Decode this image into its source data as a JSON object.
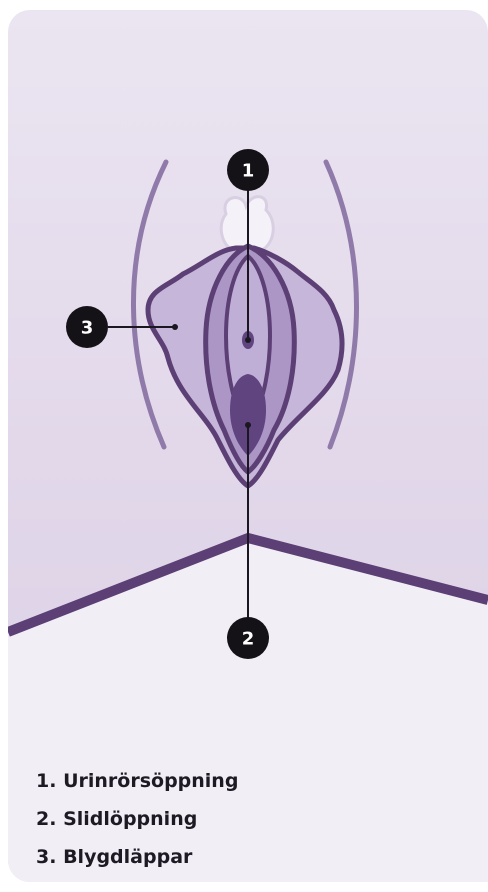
{
  "diagram": {
    "markers": [
      {
        "number": "1",
        "target": "urethral-opening"
      },
      {
        "number": "2",
        "target": "vaginal-opening"
      },
      {
        "number": "3",
        "target": "labia"
      }
    ],
    "legend": [
      {
        "number": "1.",
        "label": "Urinrörsöppning"
      },
      {
        "number": "2.",
        "label": "Slidlöppning"
      },
      {
        "number": "3.",
        "label": "Blygdläppar"
      }
    ]
  },
  "colors": {
    "background_top": "#ebe5f1",
    "background_bottom": "#dbd0e5",
    "lower_panel": "#f2eef6",
    "outline": "#5b3f75",
    "outer_labia": "#c6b6d9",
    "inner_labia": "#ab96c6",
    "vaginal_opening": "#5f4480",
    "marker_fill": "#151217",
    "line": "#1a1720"
  }
}
